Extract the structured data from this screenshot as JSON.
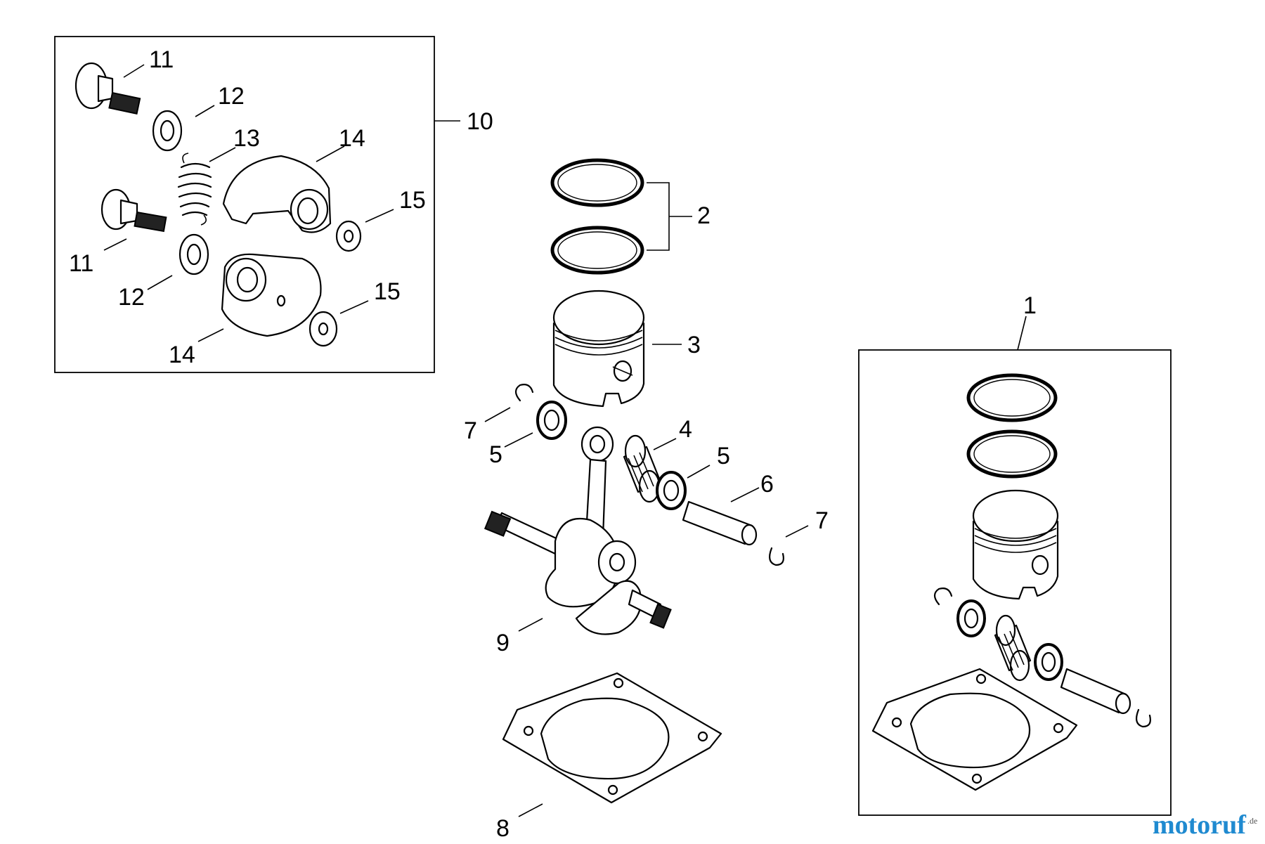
{
  "callouts": {
    "c1": "1",
    "c2": "2",
    "c3": "3",
    "c4": "4",
    "c5a": "5",
    "c5b": "5",
    "c6": "6",
    "c7a": "7",
    "c7b": "7",
    "c8": "8",
    "c9": "9",
    "c10": "10",
    "c11a": "11",
    "c11b": "11",
    "c12a": "12",
    "c12b": "12",
    "c13": "13",
    "c14a": "14",
    "c14b": "14",
    "c15a": "15",
    "c15b": "15"
  },
  "watermark": {
    "text": "motoruf",
    "suffix": ".de",
    "color": "#1f8ad0"
  }
}
